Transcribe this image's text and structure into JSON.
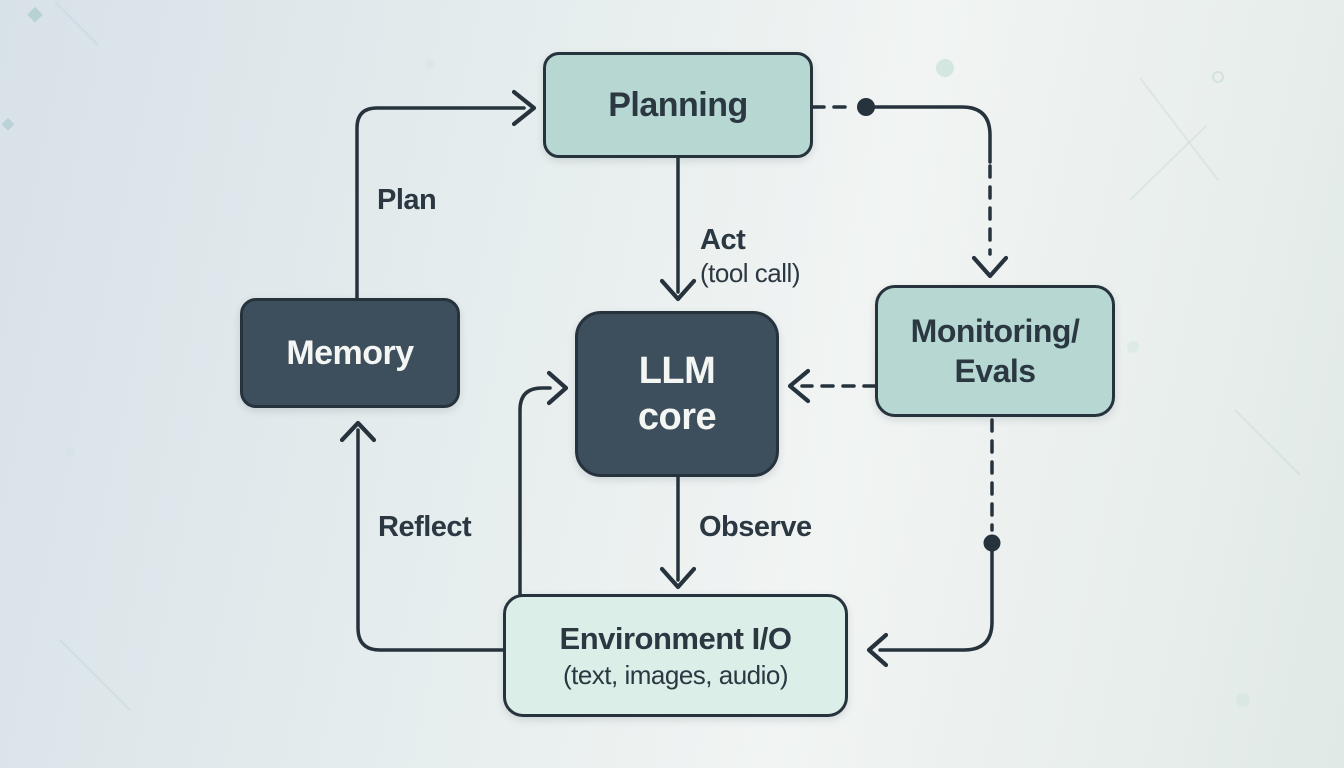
{
  "diagram": {
    "type": "flowchart",
    "nodes": {
      "planning": {
        "label": "Planning"
      },
      "memory": {
        "label": "Memory"
      },
      "llm_core": {
        "label_line1": "LLM",
        "label_line2": "core"
      },
      "monitoring": {
        "label_line1": "Monitoring/",
        "label_line2": "Evals"
      },
      "environment": {
        "label_line1": "Environment I/O",
        "label_line2": "(text, images, audio)"
      }
    },
    "edge_labels": {
      "plan": "Plan",
      "act": "Act",
      "act_sub": "(tool call)",
      "observe": "Observe",
      "reflect": "Reflect"
    },
    "edges": [
      {
        "from": "memory",
        "to": "planning",
        "label": "Plan",
        "style": "solid"
      },
      {
        "from": "planning",
        "to": "llm_core",
        "label": "Act (tool call)",
        "style": "solid"
      },
      {
        "from": "planning",
        "to": "monitoring",
        "label": "",
        "style": "dashed"
      },
      {
        "from": "monitoring",
        "to": "llm_core",
        "label": "",
        "style": "dashed"
      },
      {
        "from": "llm_core",
        "to": "environment",
        "label": "Observe",
        "style": "solid"
      },
      {
        "from": "environment",
        "to": "llm_core",
        "label": "",
        "style": "solid"
      },
      {
        "from": "environment",
        "to": "memory",
        "label": "Reflect",
        "style": "solid"
      },
      {
        "from": "monitoring",
        "to": "environment",
        "label": "",
        "style": "dashed-then-solid"
      }
    ],
    "colors": {
      "teal_fill": "#b7d7d2",
      "mint_fill": "#dceee8",
      "dark_fill": "#3d4e5c",
      "stroke": "#26323c",
      "text_dark": "#2b3842",
      "text_light": "#f4f6f3"
    }
  }
}
